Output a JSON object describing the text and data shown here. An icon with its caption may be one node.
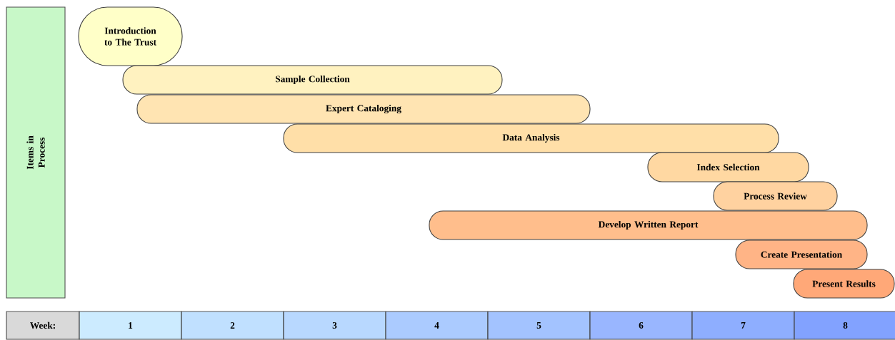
{
  "diagram": {
    "nodes": [
      {
        "text": [
          "Items in Process"
        ]
      },
      {
        "text": [
          "Introduction to The Trust"
        ]
      },
      {
        "text": [
          "Sample Collection"
        ]
      },
      {
        "text": [
          "Expert Cataloging"
        ]
      },
      {
        "text": [
          "Data Analysis"
        ]
      },
      {
        "text": [
          "Index Selection"
        ]
      },
      {
        "text": [
          "Process Review"
        ]
      },
      {
        "text": [
          "Develop Written Report"
        ]
      },
      {
        "text": [
          "Create Presentation"
        ]
      },
      {
        "text": [
          "Present Results"
        ]
      },
      {
        "text": [
          "Week:"
        ]
      },
      {
        "text": [
          "1"
        ]
      },
      {
        "text": [
          "2"
        ]
      },
      {
        "text": [
          "3"
        ]
      },
      {
        "text": [
          "4"
        ]
      },
      {
        "text": [
          "5"
        ]
      },
      {
        "text": [
          "6"
        ]
      },
      {
        "text": [
          "7"
        ]
      },
      {
        "text": [
          "8"
        ]
      }
    ]
  }
}
